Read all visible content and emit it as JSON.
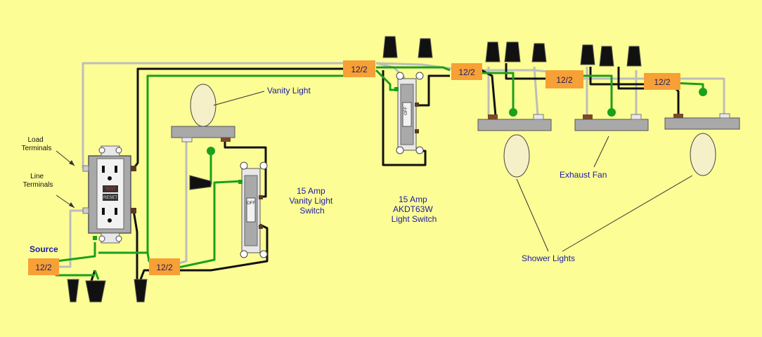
{
  "labels": {
    "load_terminals": [
      "Load",
      "Terminals"
    ],
    "line_terminals": [
      "Line",
      "Terminals"
    ],
    "source": "Source",
    "vanity_light": "Vanity Light",
    "vanity_switch": [
      "15 Amp",
      "Vanity Light",
      "Switch"
    ],
    "light_switch": [
      "15 Amp",
      "AKDT63W",
      "Light Switch"
    ],
    "exhaust_fan": "Exhaust Fan",
    "shower_lights": "Shower Lights"
  },
  "cables": [
    "12/2",
    "12/2",
    "12/2",
    "12/2",
    "12/2",
    "12/2"
  ],
  "gfci": {
    "test": "TEST",
    "reset": "RESET"
  },
  "switch_toggle": "OFF",
  "colors": {
    "background": "#fdfd96",
    "cable_tag": "#f7a035",
    "wire_green": "#1aa01a",
    "wire_black": "#111111",
    "wire_white": "#bdbdbd",
    "label_blue": "#1a1aa0"
  }
}
